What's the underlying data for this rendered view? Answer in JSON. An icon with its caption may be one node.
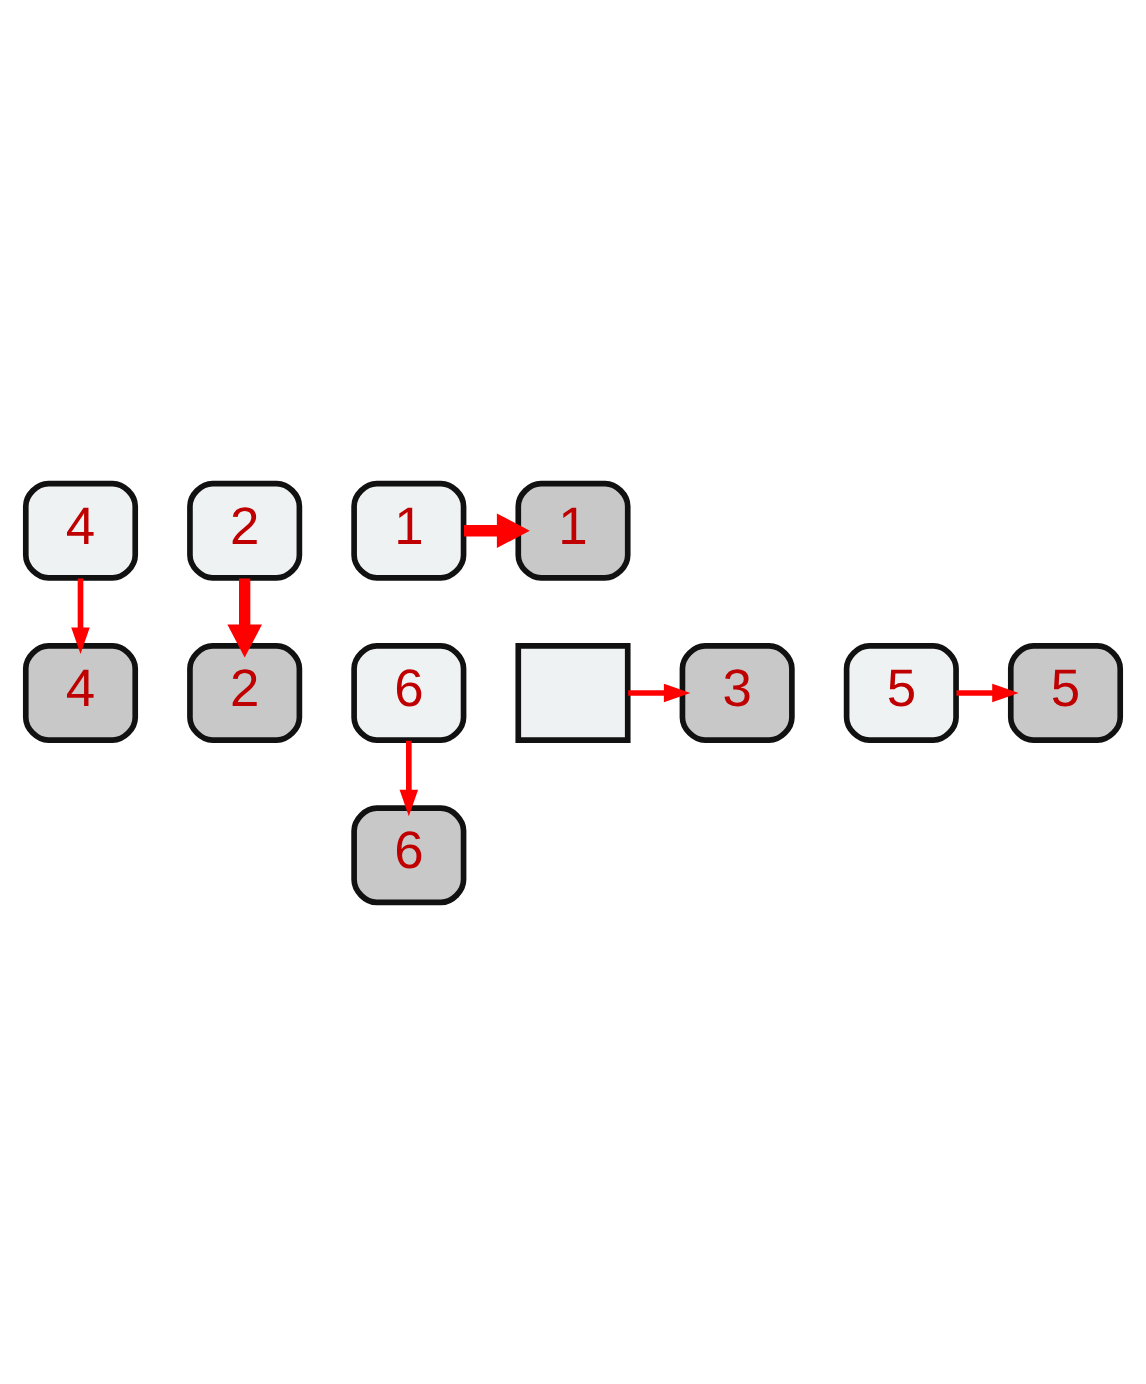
{
  "diagram": {
    "nodes": [
      {
        "text": [
          "4"
        ]
      },
      {
        "text": [
          "2"
        ]
      },
      {
        "text": [
          "6"
        ]
      },
      {
        "text": [
          "3"
        ]
      },
      {
        "text": [
          "2"
        ]
      },
      {
        "text": [],
        "shape": "box"
      },
      {
        "text": [
          "5"
        ]
      },
      {
        "text": [
          "4"
        ]
      },
      {
        "text": [
          "5"
        ]
      },
      {
        "text": [
          "1"
        ]
      },
      {
        "text": [
          "1"
        ]
      },
      {
        "text": [
          "6"
        ]
      }
    ],
    "edges": [
      {
        "from": 0,
        "to": 7,
        "arrow": "to"
      },
      {
        "from": 1,
        "to": 4,
        "arrow": "to",
        "style": "thick"
      },
      {
        "from": 5,
        "to": 3,
        "arrow": "to"
      },
      {
        "from": 8,
        "to": 6,
        "arrow": "to"
      },
      {
        "from": 10,
        "to": 9,
        "arrow": "to",
        "style": "thick"
      },
      {
        "from": 2,
        "to": 11,
        "arrow": "to"
      }
    ]
  }
}
